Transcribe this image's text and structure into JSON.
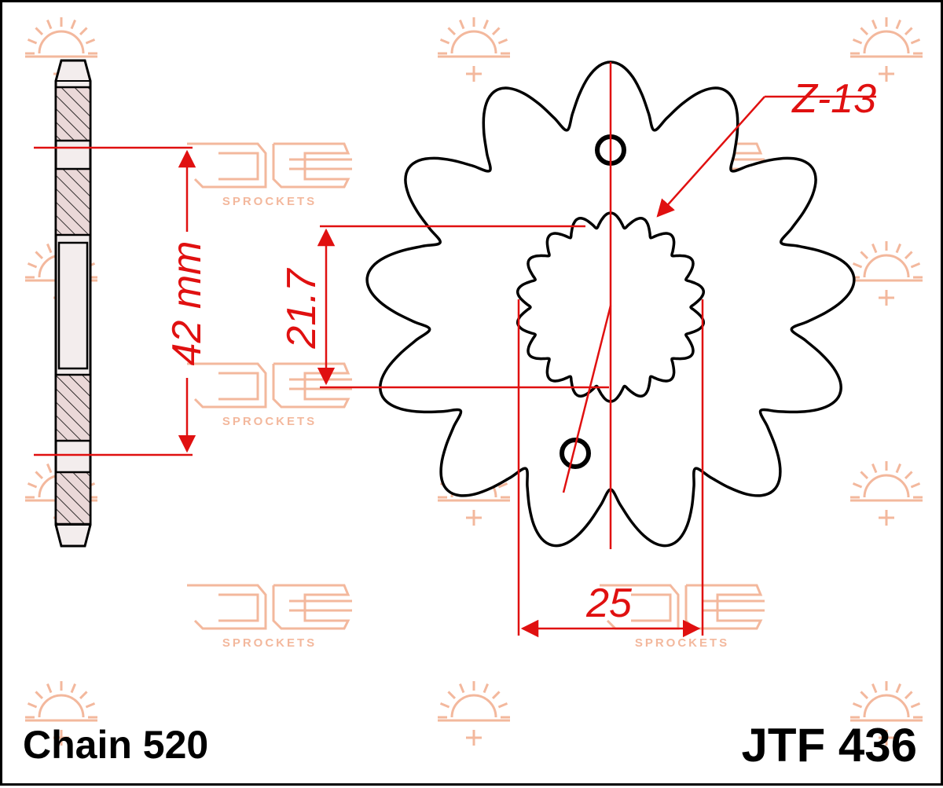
{
  "labels": {
    "chain": "Chain 520",
    "part_number": "JTF 436"
  },
  "dimensions": {
    "teeth": "Z-13",
    "height": "42 mm",
    "spline_inner": "21.7",
    "spline_outer": "25"
  },
  "watermark": {
    "text": "SPROCKETS",
    "icon": "sun-logo-icon"
  },
  "colors": {
    "outline": "#000000",
    "dimension": "#e01010",
    "watermark": "#f3b89d",
    "hatch_fill": "#e8d6d6"
  }
}
